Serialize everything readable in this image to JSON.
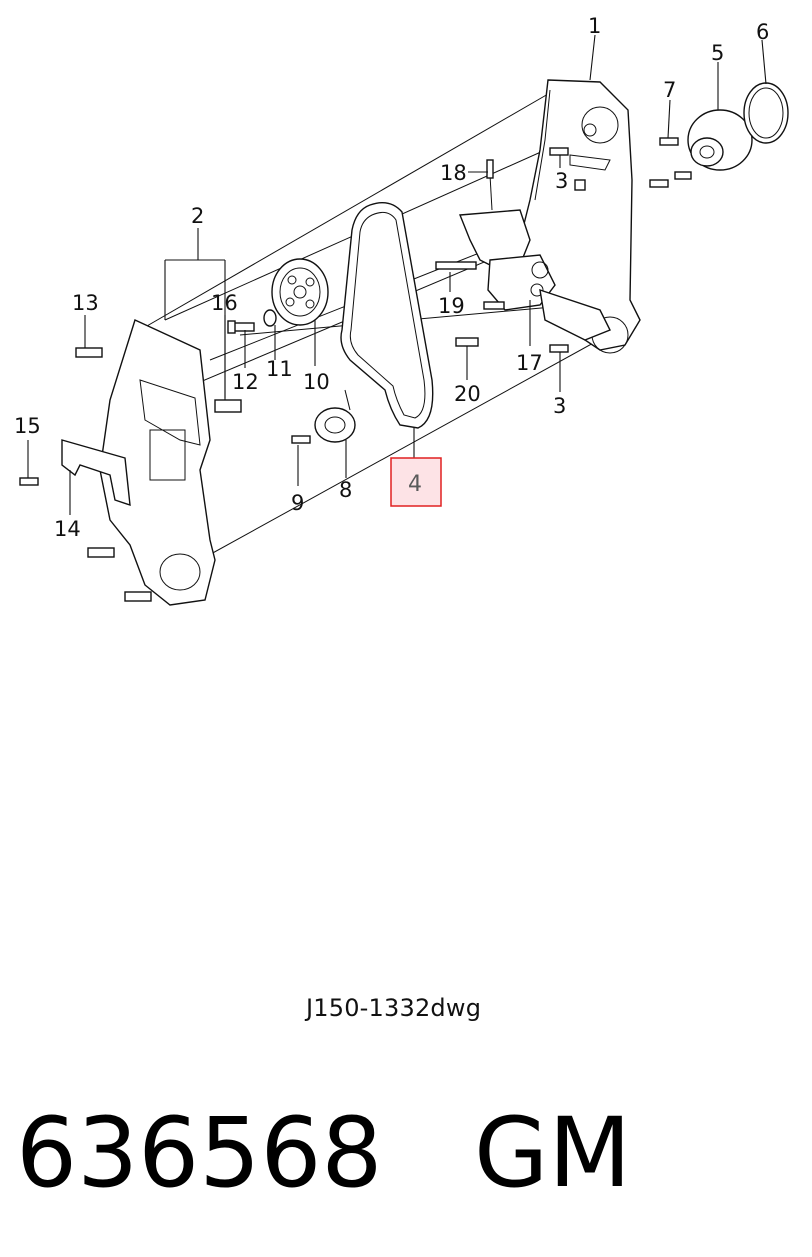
{
  "drawing_id": "J150-1332dwg",
  "part_number": "636568",
  "brand": "GM",
  "highlight_color": "#e02020",
  "highlight_fill": "#fde3e6",
  "callouts": {
    "c1": "1",
    "c2": "2",
    "c3a": "3",
    "c3b": "3",
    "c4": "4",
    "c5": "5",
    "c6": "6",
    "c7": "7",
    "c8": "8",
    "c9": "9",
    "c10": "10",
    "c11": "11",
    "c12": "12",
    "c13": "13",
    "c14": "14",
    "c15": "15",
    "c16": "16",
    "c17": "17",
    "c18": "18",
    "c19": "19",
    "c20": "20"
  },
  "highlighted_callout": "4"
}
